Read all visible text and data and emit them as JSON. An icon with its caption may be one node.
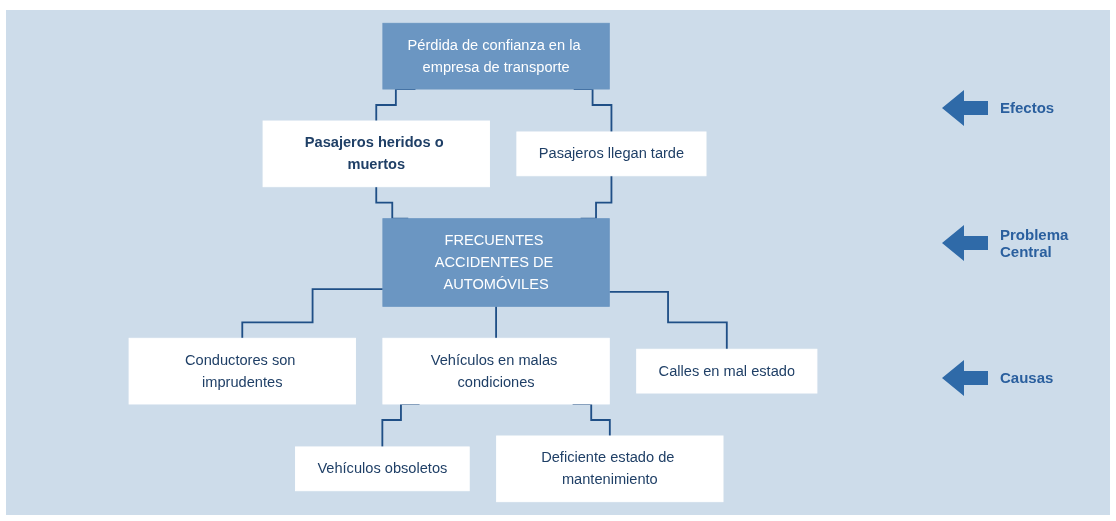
{
  "diagram": {
    "nodes": [
      {
        "text": [
          "Pérdida de confianza en la empresa de transporte"
        ]
      },
      {
        "text": [
          "Pasajeros heridos o muertos"
        ]
      },
      {
        "text": [
          "Pasajeros llegan tarde"
        ]
      },
      {
        "text": [
          "FRECUENTES ACCIDENTES DE AUTOMÓVILES"
        ]
      },
      {
        "text": [
          "Conductores son imprudentes"
        ]
      },
      {
        "text": [
          "Vehículos en malas condiciones"
        ]
      },
      {
        "text": [
          "Calles en mal estado"
        ]
      },
      {
        "text": [
          "Vehículos obsoletos"
        ]
      },
      {
        "text": [
          "Deficiente estado de mantenimiento"
        ]
      }
    ],
    "edges": [
      {
        "from": 0,
        "to": 1,
        "arrow": "none"
      },
      {
        "from": 0,
        "to": 2,
        "arrow": "none"
      },
      {
        "from": 1,
        "to": 3,
        "arrow": "none"
      },
      {
        "from": 2,
        "to": 3,
        "arrow": "none"
      },
      {
        "from": 3,
        "to": 4,
        "arrow": "none"
      },
      {
        "from": 3,
        "to": 5,
        "arrow": "none"
      },
      {
        "from": 3,
        "to": 6,
        "arrow": "none"
      },
      {
        "from": 5,
        "to": 7,
        "arrow": "none"
      },
      {
        "from": 5,
        "to": 8,
        "arrow": "none"
      }
    ],
    "labels": [
      "Efectos",
      "Problema Central",
      "Causas"
    ]
  }
}
